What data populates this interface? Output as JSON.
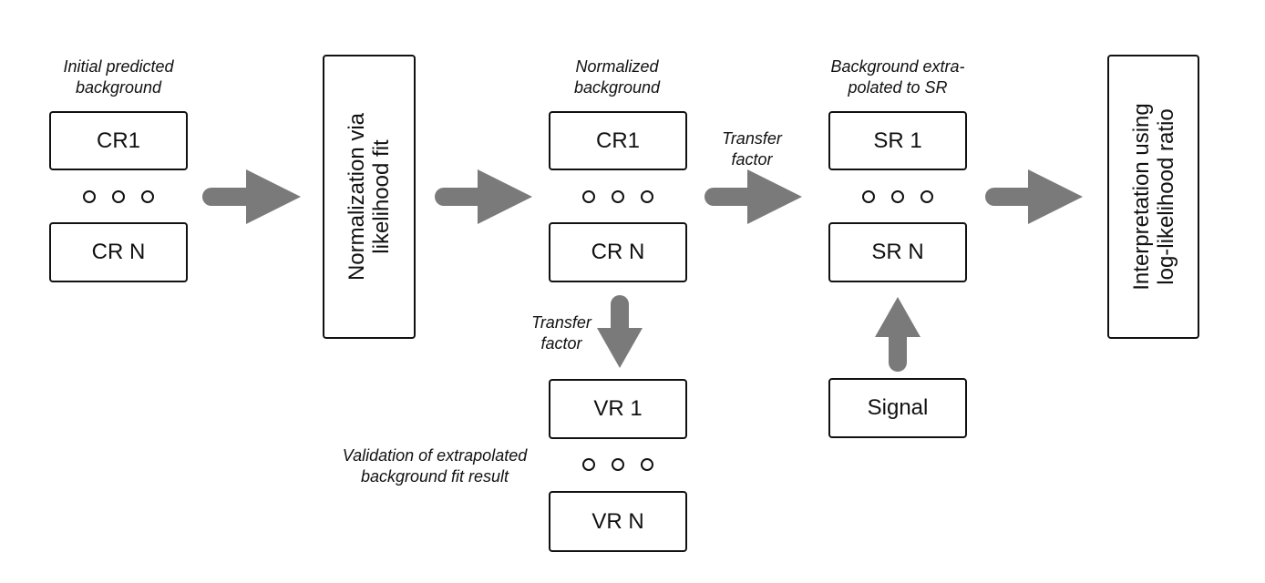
{
  "notes": {
    "initial": [
      "Initial predicted",
      "background"
    ],
    "normalized": [
      "Normalized",
      "background"
    ],
    "transfer_sr": [
      "Transfer",
      "factor"
    ],
    "extrapolated": [
      "Background extra-",
      "polated to SR"
    ],
    "transfer_vr": [
      "Transfer",
      "factor"
    ],
    "validation": [
      "Validation of extrapolated",
      "background fit result"
    ]
  },
  "boxes": {
    "initial_cr1": "CR1",
    "initial_crn": "CR N",
    "normalized_cr1": "CR1",
    "normalized_crn": "CR N",
    "sr1": "SR 1",
    "srn": "SR N",
    "vr1": "VR 1",
    "vrn": "VR N",
    "signal": "Signal"
  },
  "vertical_boxes": {
    "normalization": [
      "Normalization via",
      "likelihood fit"
    ],
    "interpretation": [
      "Interpretation using",
      "log-likelihood ratio"
    ]
  },
  "colors": {
    "arrow": "#7a7a7a",
    "border": "#111111"
  }
}
